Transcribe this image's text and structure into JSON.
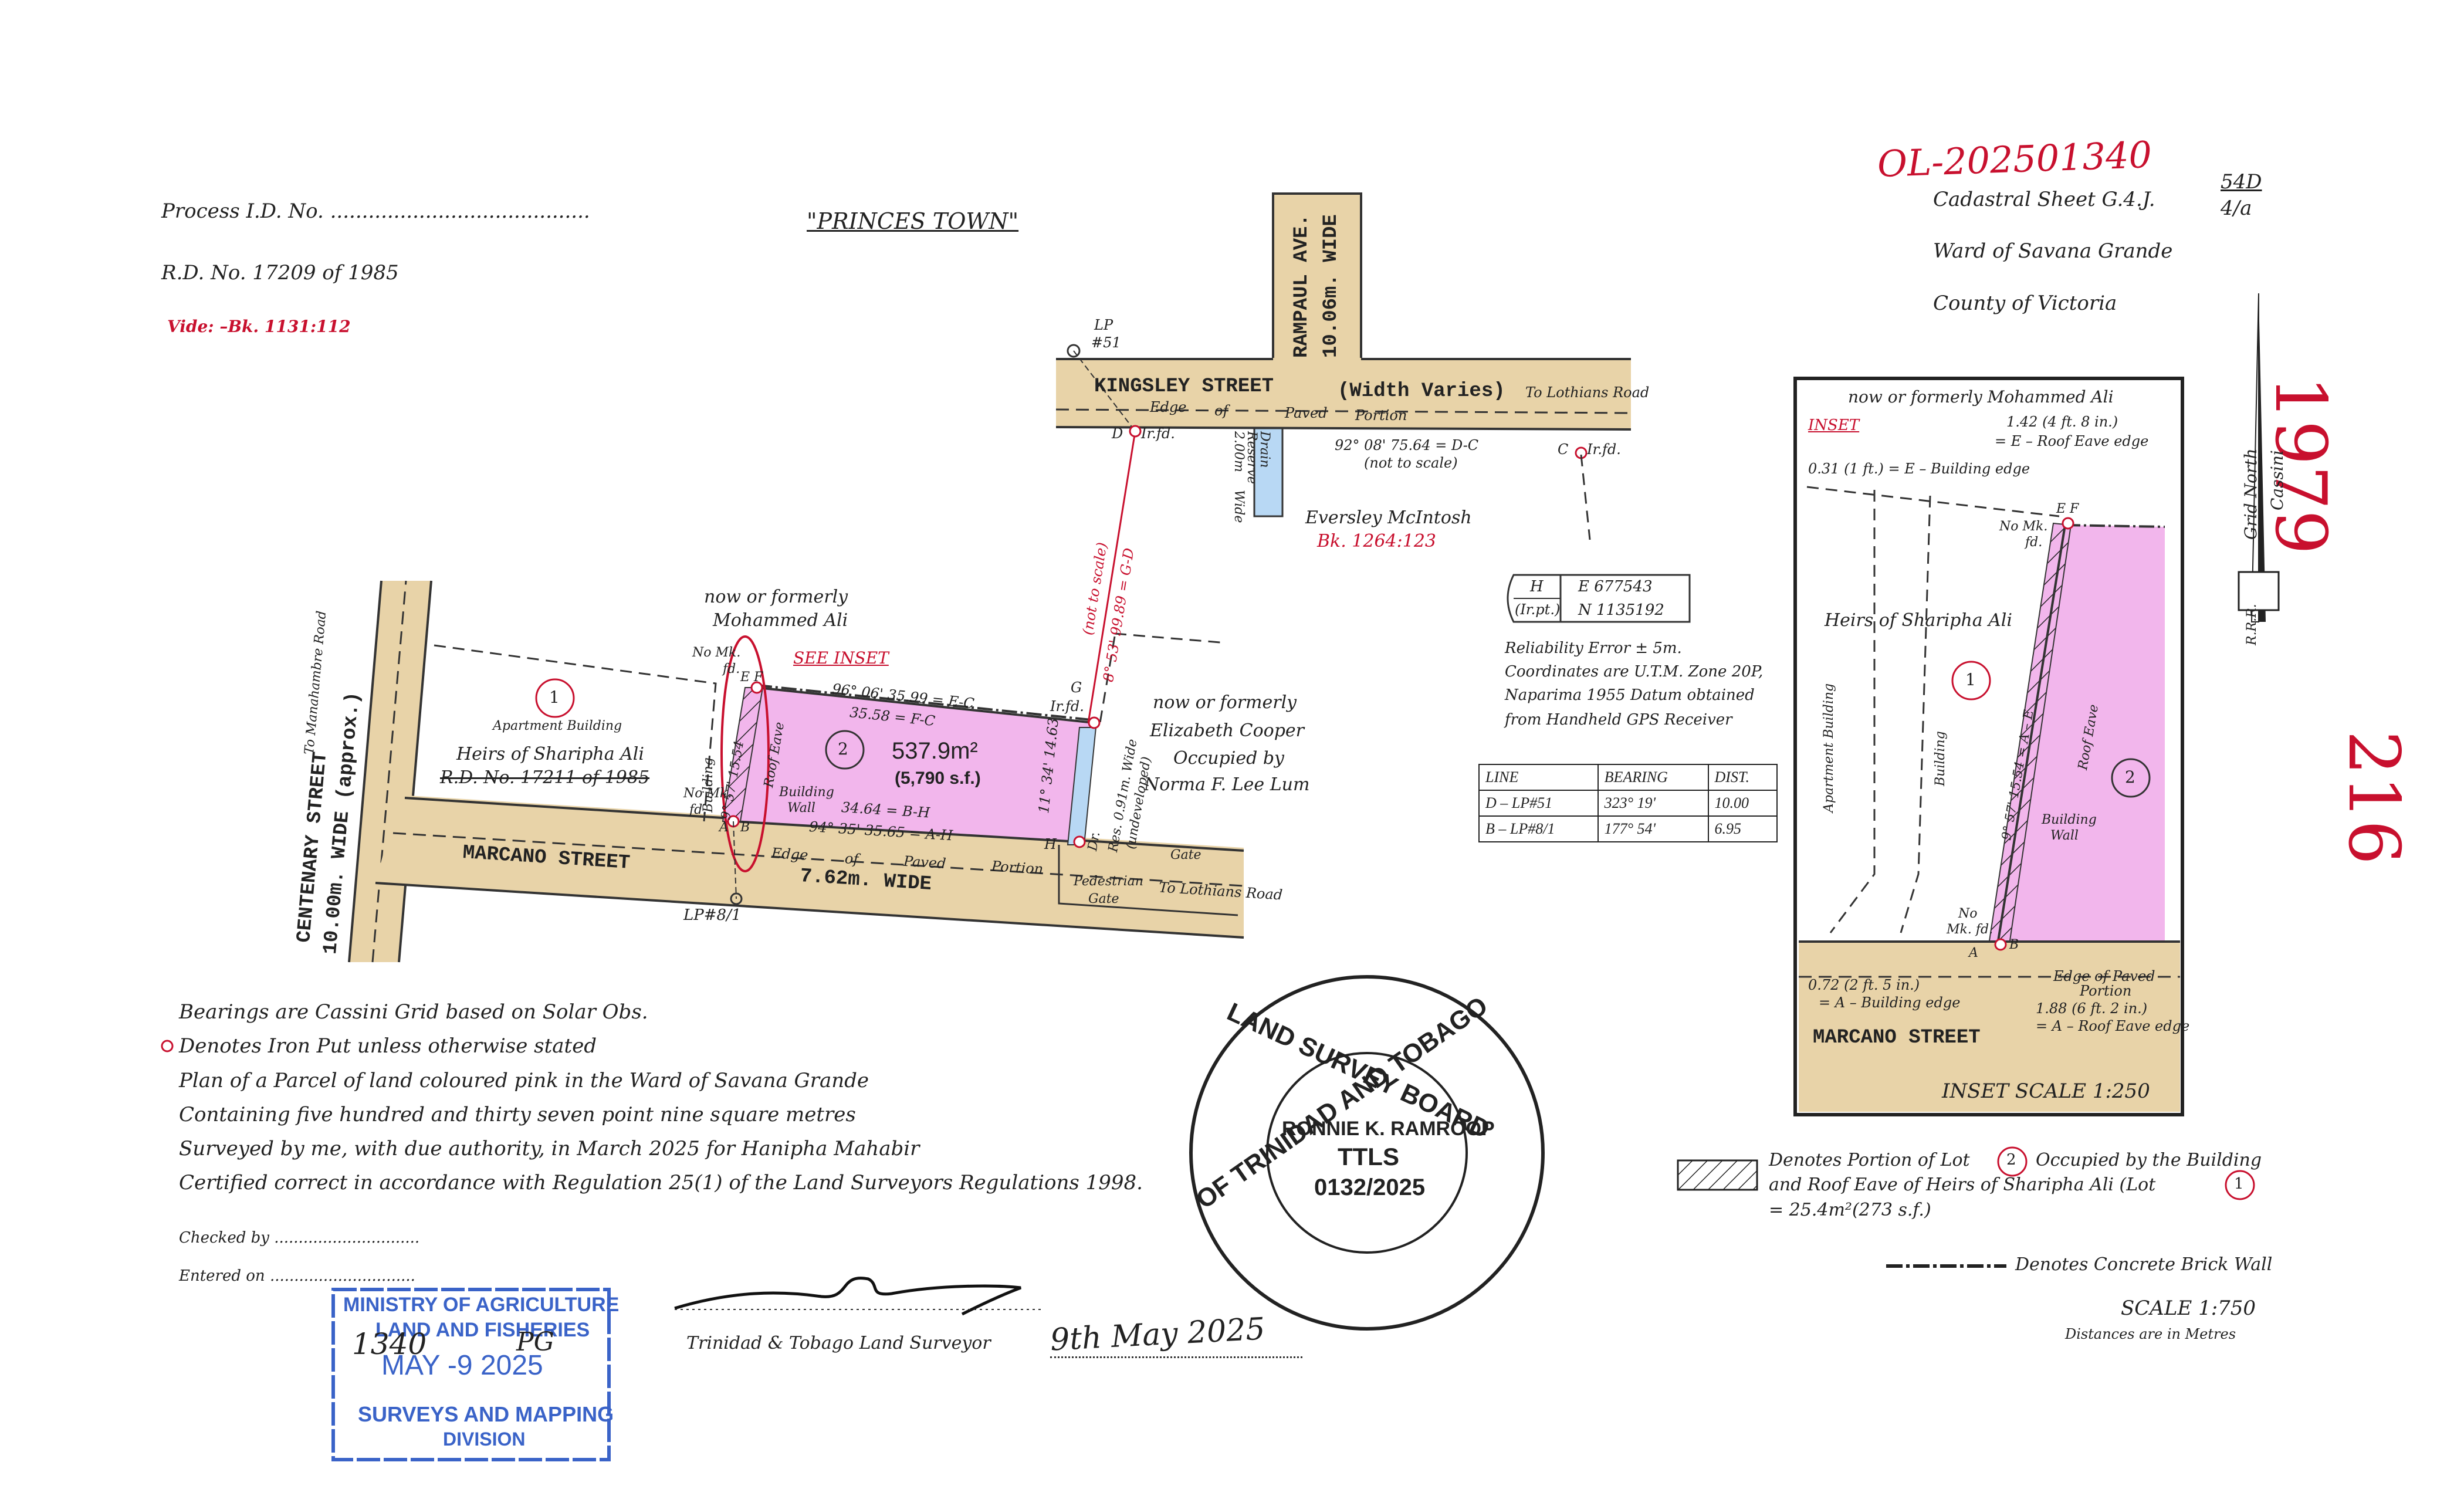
{
  "header": {
    "process_id": "Process I.D. No. .........................................",
    "rd_no": "R.D. No. 17209 of 1985",
    "vide": "Vide: –Bk. 1131:112",
    "town": "\"PRINCES TOWN\"",
    "file_no": "OL-202501340",
    "sheet_ref": "54D",
    "sheet_sub": "4/a",
    "cadastral": "Cadastral Sheet G.4.J.",
    "ward": "Ward of Savana Grande",
    "county": "County of Victoria",
    "margin_num_1": "1979",
    "margin_num_2": "216"
  },
  "north_arrow": {
    "label1": "Grid North",
    "label2": "Cassini",
    "rrr": "R.R.R."
  },
  "streets": {
    "rampaul": "RAMPAUL AVE.",
    "rampaul_width": "10.06m. WIDE",
    "kingsley": "KINGSLEY STREET",
    "kingsley_width": "(Width Varies)",
    "kingsley_dir": "To Lothians Road",
    "kingsley_edge": [
      "Edge",
      "of",
      "Paved",
      "Portion"
    ],
    "centenary": "CENTENARY STREET",
    "centenary_width": "10.00m. WIDE (approx.)",
    "centenary_dir": "To Manahambre Road",
    "marcano": "MARCANO STREET",
    "marcano_width": "7.62m. WIDE",
    "marcano_dir": "To Lothians Road",
    "marcano_edge": [
      "Edge",
      "of",
      "Paved",
      "Portion"
    ],
    "gate": "Gate",
    "pedestrian_gate": [
      "Pedestrian",
      "Gate"
    ]
  },
  "plan": {
    "lp51": "LP",
    "lp51b": "#51",
    "lp8": "LP#8/1",
    "drain": [
      "Drain",
      "Reserve",
      "2.00m",
      "Wide"
    ],
    "point_d": "D",
    "point_d_note": "Ir.fd.",
    "point_c": "C",
    "point_c_note": "Ir.fd.",
    "dc_bearing": "92° 08'  75.64 = D-C",
    "dc_note": "(not to scale)",
    "gd_bearing": "8° 53'  99.89 = G-D",
    "gd_note": "(not to scale)",
    "eversley": "Eversley McIntosh",
    "eversley_bk": "Bk. 1264:123",
    "north_owner": [
      "now or formerly",
      "Mohammed Ali"
    ],
    "see_inset": "SEE INSET",
    "ef_label": "E  F",
    "nomk_fd": [
      "No Mk.",
      "fd."
    ],
    "ec_bearing": "96° 06'  35.99 = E-C",
    "fc_bearing": "35.58 = F-C",
    "bh_bearing": "34.64 = B-H",
    "ah_bearing": "94° 35'  35.65 = A-H",
    "ae_bearing": "9° 57'  15.54",
    "gh_bearing": "11° 34'  14.63",
    "point_g": "G",
    "point_g_note": "Ir.fd.",
    "point_h": "H",
    "point_a": "A",
    "point_b": "B",
    "lot1_no": "1",
    "lot1_bldg": "Apartment Building",
    "lot1_owner": "Heirs of Sharipha Ali",
    "lot1_rd": "R.D. No. 17211 of 1985",
    "building_side": "Building",
    "roof_eave": "Roof Eave",
    "building_wall": [
      "Building",
      "Wall"
    ],
    "lot2_no": "2",
    "lot2_area": "537.9m²",
    "lot2_sf": "(5,790 s.f.)",
    "res_note": [
      "Res. 0.91m. Wide",
      "(undeveloped)"
    ],
    "dr": "Dr.",
    "east_owner": [
      "now or formerly",
      "Elizabeth Cooper",
      "Occupied by",
      "Norma F. Lee Lum"
    ]
  },
  "coords": {
    "point": "H",
    "point_note": "(Ir.pt.)",
    "easting": "E  677543",
    "northing": "N  1135192",
    "notes": [
      "Reliability Error ±  5m.",
      "Coordinates are U.T.M. Zone 20P,",
      "Naparima 1955 Datum obtained",
      "from Handheld GPS Receiver"
    ]
  },
  "bearing_table": {
    "headers": [
      "LINE",
      "BEARING",
      "DIST."
    ],
    "rows": [
      [
        "D – LP#51",
        "323°  19'",
        "10.00"
      ],
      [
        "B – LP#8/1",
        "177°  54'",
        "6.95"
      ]
    ]
  },
  "inset": {
    "owner": "now or formerly Mohammed Ali",
    "label": "INSET",
    "e_roof": "1.42 (4 ft. 8 in.)",
    "e_roof2": "= E – Roof Eave edge",
    "e_bldg": "0.31 (1 ft.) = E – Building edge",
    "nomk": [
      "No Mk.",
      "fd."
    ],
    "ef": "E F",
    "lot1_owner": "Heirs of Sharipha Ali",
    "apartment": "Apartment Building",
    "building": "Building",
    "lot1_no": "1",
    "lot2_no": "2",
    "ae_bearing": "9° 57'  15.54 = A – E",
    "roof_eave": "Roof Eave",
    "building_wall": [
      "Building",
      "Wall"
    ],
    "nomk_a": [
      "No",
      "Mk. fd."
    ],
    "point_a": "A",
    "point_b": "B",
    "a_bldg": "0.72 (2 ft. 5 in.)",
    "a_bldg2": "= A – Building edge",
    "edge_paved": [
      "Edge of Paved",
      "Portion"
    ],
    "a_roof": "1.88 (6 ft. 2 in.)",
    "a_roof2": "= A – Roof Eave edge",
    "street": "MARCANO     STREET",
    "scale": "INSET SCALE 1:250"
  },
  "notes": [
    "Bearings are Cassini Grid based on Solar Obs.",
    "Denotes Iron Put unless otherwise stated",
    "Plan of a Parcel of land coloured pink in the Ward of Savana Grande",
    "Containing five hundred and thirty seven point nine square metres",
    "Surveyed by me, with due authority, in March 2025 for Hanipha Mahabir",
    "Certified correct in accordance with Regulation 25(1) of the Land Surveyors Regulations 1998."
  ],
  "checked": "Checked by ..............................",
  "entered": "Entered on ..............................",
  "surveyor_line": "Trinidad & Tobago Land Surveyor",
  "survey_date": "9th May 2025",
  "seal": {
    "top": "LAND SURVEY BOARD",
    "bottom": "OF TRINIDAD AND TOBAGO",
    "name": "RONNIE K. RAMROOP",
    "title": "TTLS",
    "number": "0132/2025"
  },
  "stamp": {
    "line1": "MINISTRY OF AGRICULTURE",
    "line2": "LAND AND FISHERIES",
    "date": "MAY -9 2025",
    "handwritten_a": "1340",
    "handwritten_b": "PG",
    "line4": "SURVEYS AND MAPPING",
    "line5": "DIVISION"
  },
  "legend": {
    "hatch_text": [
      "Denotes Portion of Lot",
      "Occupied by the Building",
      "and Roof Eave of Heirs of Sharipha Ali (Lot",
      "= 25.4m²(273 s.f.)"
    ],
    "hatch_lot2": "2",
    "hatch_lot1": "1",
    "wall_text": "Denotes Concrete Brick Wall",
    "scale": "SCALE 1:750",
    "units": "Distances are in Metres"
  },
  "colors": {
    "road": "#e8d3a8",
    "lot": "#f2b6ec",
    "red": "#c8102e",
    "blue_stamp": "#3a63c8",
    "drain": "#b8d8f4",
    "ink": "#222222"
  }
}
